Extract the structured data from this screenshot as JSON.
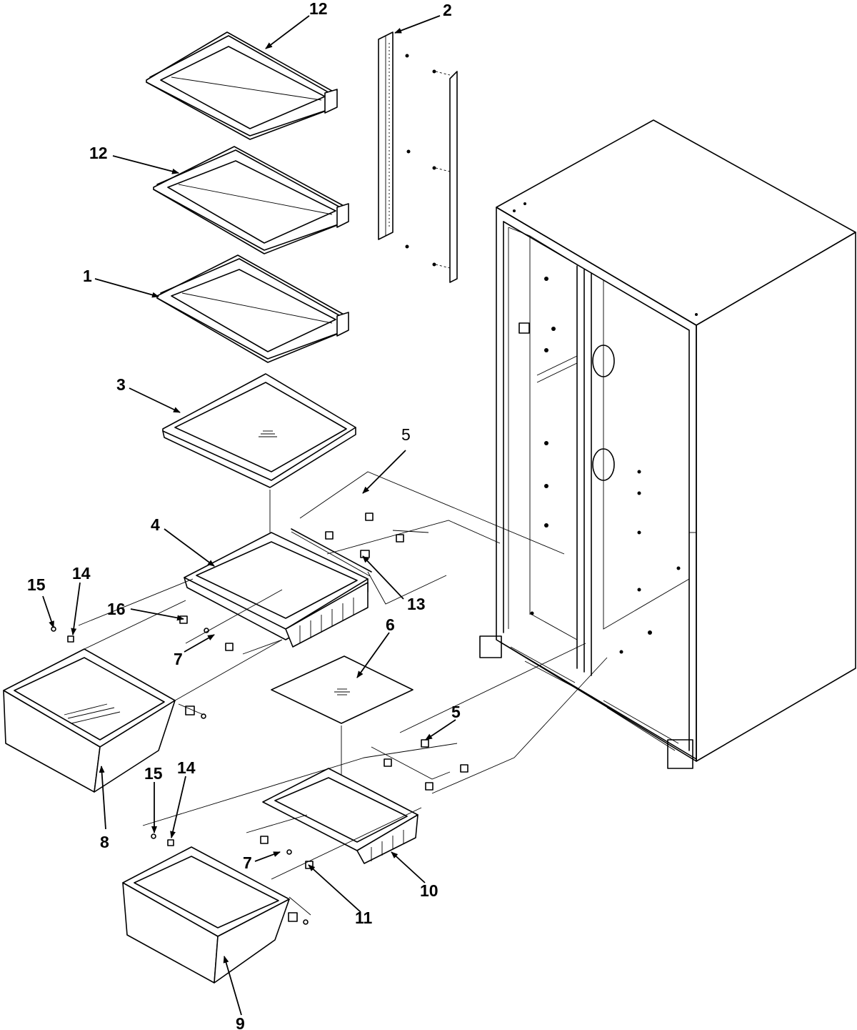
{
  "diagram": {
    "labels": {
      "12a": "12",
      "2": "2",
      "12b": "12",
      "1": "1",
      "3": "3",
      "5a": "5",
      "4": "4",
      "13": "13",
      "15a": "15",
      "14a": "14",
      "16": "16",
      "7a": "7",
      "6": "6",
      "5b": "5",
      "8": "8",
      "15b": "15",
      "14b": "14",
      "10": "10",
      "7b": "7",
      "11": "11",
      "9": "9"
    }
  }
}
